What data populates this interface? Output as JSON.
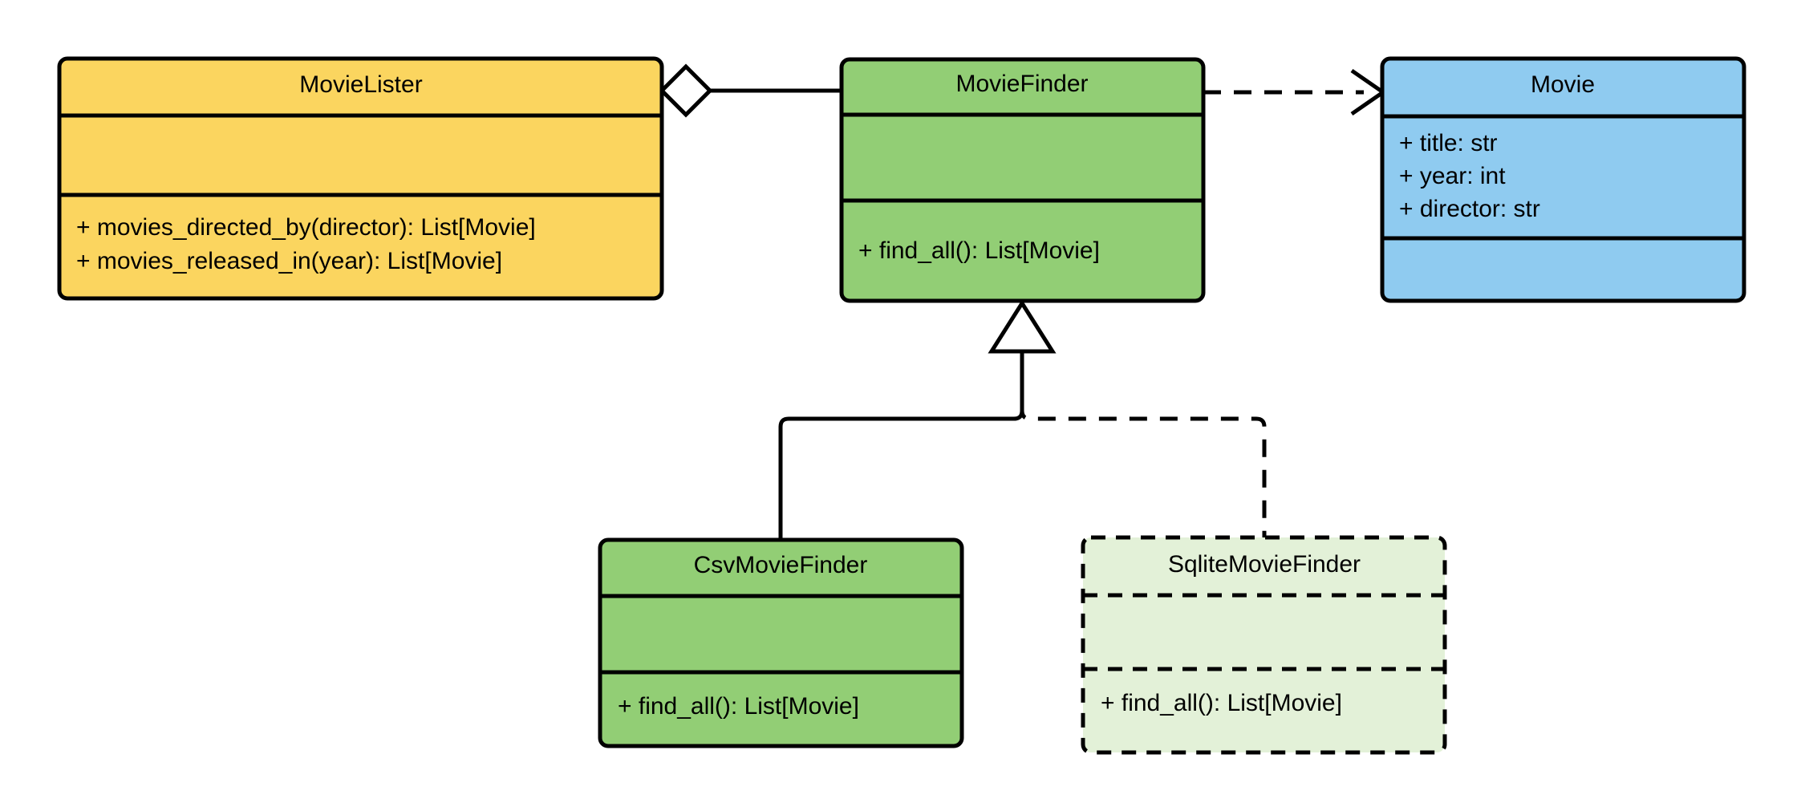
{
  "diagram": {
    "title": "MovieLister UML class diagram",
    "type": "uml-class-diagram",
    "background": "#ffffff"
  },
  "palette": {
    "yellow_fill": "#FBD55F",
    "green_fill": "#92CE75",
    "blue_fill": "#8FCBF0",
    "pale_green_fill": "#E3F1D8",
    "stroke": "#000000",
    "marker_fill": "#ffffff"
  },
  "classes": [
    {
      "id": "movie-lister",
      "name": "MovieLister",
      "fill": "#FBD55F",
      "border": "solid",
      "attributes": [],
      "methods": [
        "+ movies_directed_by(director): List[Movie]",
        "+ movies_released_in(year): List[Movie]"
      ]
    },
    {
      "id": "movie-finder",
      "name": "MovieFinder",
      "fill": "#92CE75",
      "border": "solid",
      "attributes": [],
      "methods": [
        "+ find_all(): List[Movie]"
      ]
    },
    {
      "id": "movie",
      "name": "Movie",
      "fill": "#8FCBF0",
      "border": "solid",
      "attributes": [
        "+ title: str",
        "+ year: int",
        "+ director: str"
      ],
      "methods": []
    },
    {
      "id": "csv-movie-finder",
      "name": "CsvMovieFinder",
      "fill": "#92CE75",
      "border": "solid",
      "attributes": [],
      "methods": [
        "+ find_all(): List[Movie]"
      ]
    },
    {
      "id": "sqlite-movie-finder",
      "name": "SqliteMovieFinder",
      "fill": "#E3F1D8",
      "border": "dashed",
      "attributes": [],
      "methods": [
        "+ find_all(): List[Movie]"
      ]
    }
  ],
  "relationships": [
    {
      "id": "aggregation-lister-finder",
      "kind": "aggregation",
      "from": "MovieLister",
      "to": "MovieFinder",
      "line": "solid",
      "marker": "hollow-diamond"
    },
    {
      "id": "dependency-finder-movie",
      "kind": "dependency",
      "from": "MovieFinder",
      "to": "Movie",
      "line": "dashed",
      "marker": "open-arrow"
    },
    {
      "id": "inheritance-csv-finder",
      "kind": "generalization",
      "from": "CsvMovieFinder",
      "to": "MovieFinder",
      "line": "solid",
      "marker": "hollow-triangle"
    },
    {
      "id": "inheritance-sqlite-finder",
      "kind": "realization",
      "from": "SqliteMovieFinder",
      "to": "MovieFinder",
      "line": "dashed",
      "marker": "hollow-triangle"
    }
  ]
}
